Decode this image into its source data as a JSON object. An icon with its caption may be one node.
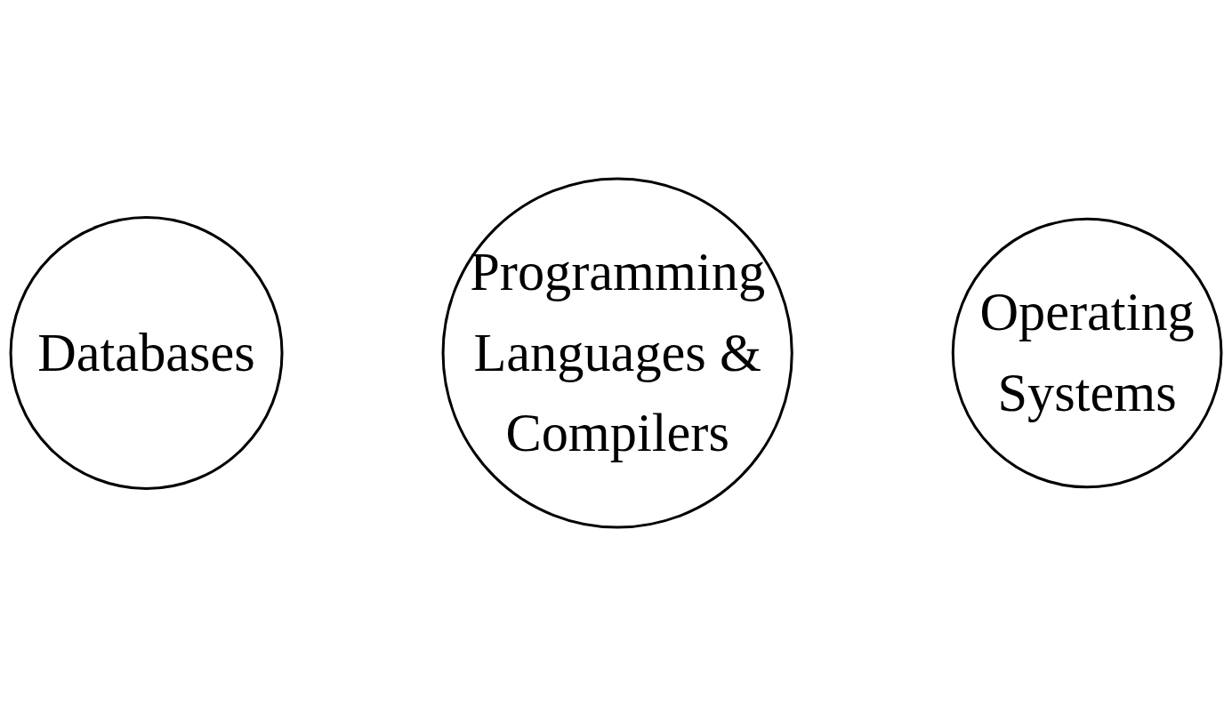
{
  "diagram": {
    "nodes": [
      {
        "text": [
          "Databases"
        ]
      },
      {
        "text": [
          "Programming Languages & Compilers"
        ]
      },
      {
        "text": [
          "Operating Systems"
        ]
      }
    ]
  }
}
